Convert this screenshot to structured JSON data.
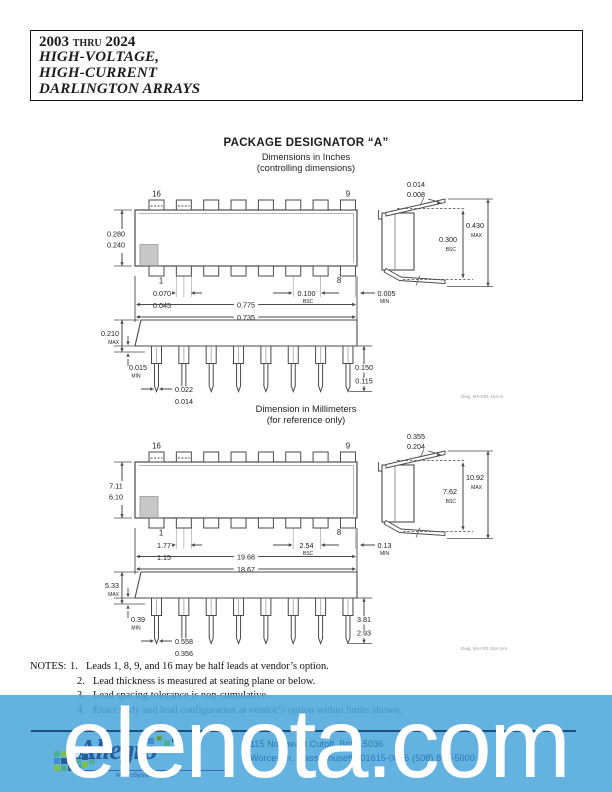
{
  "header": {
    "range_start": "2003",
    "thru": "THRU",
    "range_end": "2024",
    "title_lines": [
      "HIGH-VOLTAGE,",
      "HIGH-CURRENT",
      "DARLINGTON ARRAYS"
    ]
  },
  "package": {
    "title": "PACKAGE DESIGNATOR “A”",
    "inches": {
      "subtitle": "Dimensions in Inches",
      "subtitle2": "(controlling dimensions)",
      "dwg_ref": "Dwg. MA-001-16A in",
      "dims": {
        "pin16": "16",
        "pin9": "9",
        "pin1": "1",
        "pin8": "8",
        "width_max": "0.280",
        "width_min": "0.240",
        "shoulder_max": "0.070",
        "shoulder_min": "0.045",
        "len_max": "0.775",
        "len_min": "0.735",
        "pitch": "0.100",
        "pitch_note": "BSC",
        "gap": "0.005",
        "gap_note": "MIN",
        "height": "0.210",
        "height_note": "MAX",
        "standoff": "0.015",
        "standoff_note": "MIN",
        "leadw_max": "0.022",
        "leadw_min": "0.014",
        "leadlen_max": "0.150",
        "leadlen_min": "0.115",
        "thick_max": "0.014",
        "thick_min": "0.008",
        "row_out": "0.430",
        "row_out_note": "MAX",
        "row": "0.300",
        "row_note": "BSC"
      }
    },
    "mm": {
      "subtitle": "Dimension in Millimeters",
      "subtitle2": "(for reference only)",
      "dwg_ref": "Dwg. MA-001-16A mm",
      "dims": {
        "pin16": "16",
        "pin9": "9",
        "pin1": "1",
        "pin8": "8",
        "width_max": "7.11",
        "width_min": "6.10",
        "shoulder_max": "1.77",
        "shoulder_min": "1.15",
        "len_max": "19.68",
        "len_min": "18.67",
        "pitch": "2.54",
        "pitch_note": "BSC",
        "gap": "0.13",
        "gap_note": "MIN",
        "height": "5.33",
        "height_note": "MAX",
        "standoff": "0.39",
        "standoff_note": "MIN",
        "leadw_max": "0.558",
        "leadw_min": "0.356",
        "leadlen_max": "3.81",
        "leadlen_min": "2.93",
        "thick_max": "0.355",
        "thick_min": "0.204",
        "row_out": "10.92",
        "row_out_note": "MAX",
        "row": "7.62",
        "row_note": "BSC"
      }
    }
  },
  "notes": {
    "label": "NOTES:",
    "items": [
      {
        "num": "1.",
        "text": "Leads 1, 8, 9, and 16 may be half leads at vendor’s option."
      },
      {
        "num": "2.",
        "text": "Lead thickness is measured at seating plane or below."
      },
      {
        "num": "3.",
        "text": "Lead spacing tolerance is non-cumulative."
      },
      {
        "num": "4.",
        "text": "Exact body and lead configuration at vendor’s option within limits shown."
      }
    ]
  },
  "footer": {
    "brand": "Allegro",
    "brand_reg": "®",
    "brand_sub": "MicroSystems, Inc.",
    "address1": "115 Northeast Cutoff, Box 15036",
    "address2": "Worcester, Massachusetts 01615-0036 (508) 853-5000",
    "band_color": "rgba(77,166,219,0.87)",
    "rule_color": "#1d4d7b",
    "text_color": "#2f76b6",
    "logo_colors": [
      "#4cae9b",
      "#7bbf4e",
      "#3f8fce",
      "#2a5d9f",
      "#cfe3ee"
    ]
  },
  "watermark": {
    "text": "elenota.com",
    "color": "#ffffff"
  }
}
